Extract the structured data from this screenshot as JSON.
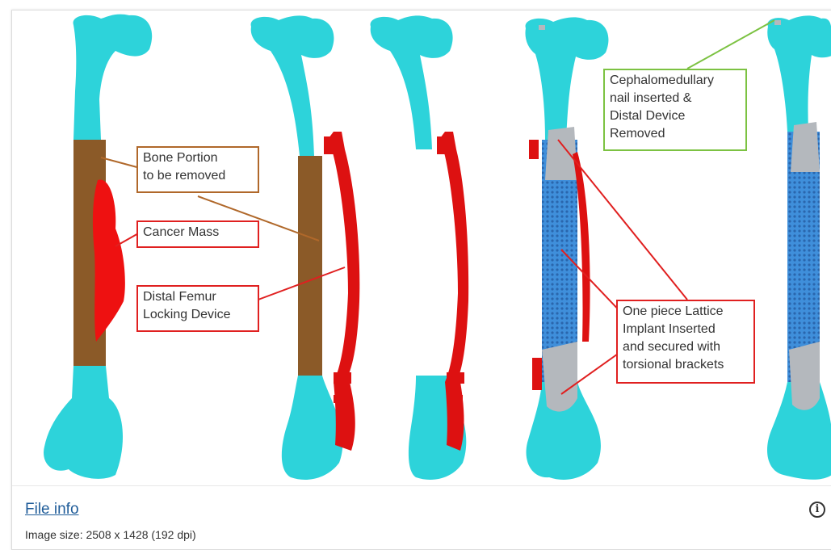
{
  "figure": {
    "labels": {
      "bone_portion": "Bone Portion\nto be removed",
      "cancer_mass": "Cancer Mass",
      "distal_femur": "Distal Femur\nLocking Device",
      "cephalomedullary": "Cephalomedullary\nnail inserted &\nDistal Device\nRemoved",
      "lattice_implant": "One piece Lattice\nImplant Inserted\nand secured with\ntorsional brackets"
    },
    "colors": {
      "bone": "#2dd3da",
      "removed_portion": "#8b5a28",
      "cancer": "#ee1111",
      "device": "#dd1111",
      "lattice": "#3f8fdb",
      "bracket": "#b4b8bd",
      "label_brown": "#b0682a",
      "label_red": "#e02020",
      "label_green": "#7cc242"
    }
  },
  "footer": {
    "file_info_link": "File info",
    "image_size": "Image size: 2508 x 1428 (192 dpi)",
    "info_icon": "info-icon"
  }
}
